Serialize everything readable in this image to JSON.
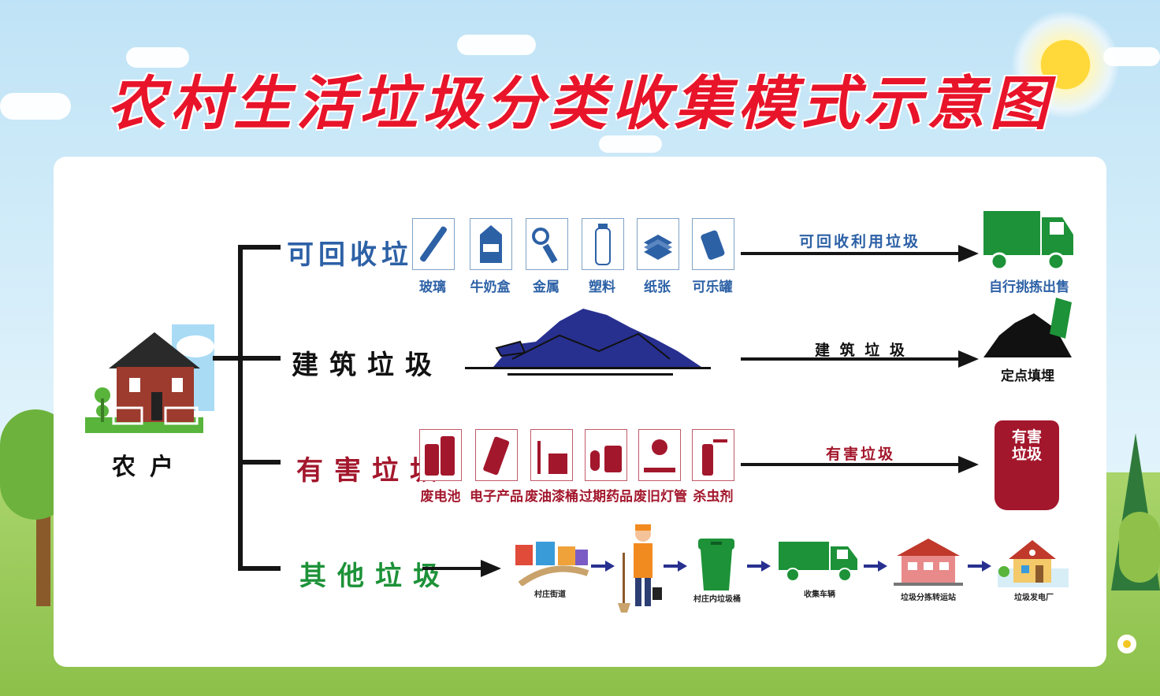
{
  "title": "农村生活垃圾分类收集模式示意图",
  "source": {
    "label": "农户"
  },
  "categories": [
    {
      "label": "可回收垃圾",
      "color": "#2d61a6",
      "items": [
        "玻璃",
        "牛奶盒",
        "金属",
        "塑料",
        "纸张",
        "可乐罐"
      ],
      "flow_label": "可回收利用垃圾",
      "destination": "自行挑拣出售"
    },
    {
      "label": "建筑垃圾",
      "color": "#111111",
      "flow_label": "建 筑 垃 圾",
      "destination": "定点填埋"
    },
    {
      "label": "有害垃圾",
      "color": "#a3172c",
      "items": [
        "废电池",
        "电子产品",
        "废油漆桶",
        "过期药品",
        "废旧灯管",
        "杀虫剂"
      ],
      "flow_label": "有害垃圾",
      "destination_bin_text": "有害垃圾"
    },
    {
      "label": "其他垃圾",
      "color": "#1d9238",
      "steps": [
        "村庄街道",
        "",
        "村庄内垃圾桶",
        "收集车辆",
        "垃圾分拣转运站",
        "垃圾发电厂"
      ]
    }
  ],
  "icons": {
    "recyclable": [
      "bottle-icon",
      "milk-carton-icon",
      "metal-icon",
      "plastic-bottle-icon",
      "paper-icon",
      "can-icon"
    ],
    "hazardous": [
      "battery-icon",
      "phone-icon",
      "paint-bucket-icon",
      "medicine-icon",
      "lamp-icon",
      "spray-icon"
    ]
  }
}
